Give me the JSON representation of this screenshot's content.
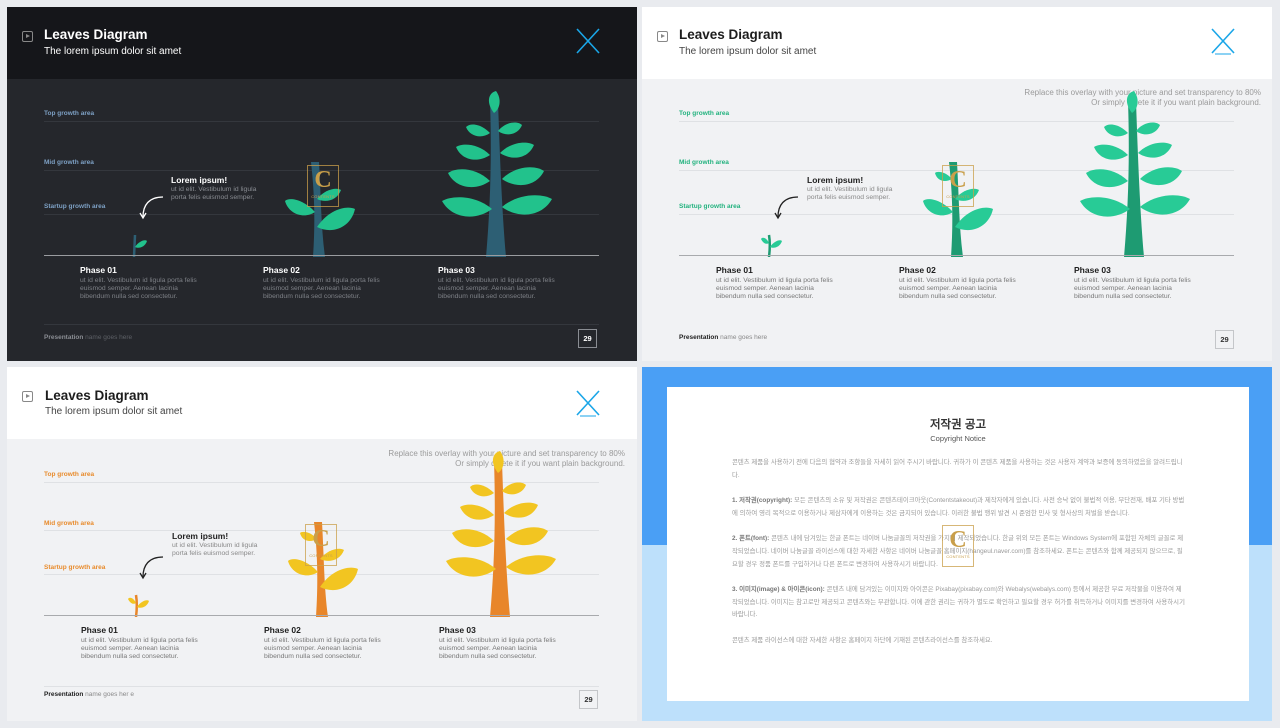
{
  "slides": [
    {
      "theme": "dark",
      "title": "Leaves Diagram",
      "subtitle": "The lorem ipsum dolor sit amet",
      "levels": [
        "Top growth area",
        "Mid growth area",
        "Startup growth area"
      ],
      "callout": {
        "title": "Lorem ipsum!",
        "text": "ut id elit. Vestibulum id ligula porta felis euismod semper."
      },
      "phases": [
        {
          "title": "Phase 01",
          "text": "ut id elit. Vestibulum id ligula porta felis euismod semper. Aenean lacinia bibendum nulla sed consectetur."
        },
        {
          "title": "Phase 02",
          "text": "ut id elit. Vestibulum id ligula porta felis euismod semper. Aenean lacinia bibendum nulla sed consectetur."
        },
        {
          "title": "Phase 03",
          "text": "ut id elit. Vestibulum id ligula porta felis euismod semper. Aenean lacinia bibendum nulla sed consectetur."
        }
      ],
      "footer": {
        "bold": "Presentation",
        "rest": " name goes here"
      },
      "page": "29",
      "colors": {
        "leaf": "#22c28c",
        "stem": "#2d5f74"
      }
    },
    {
      "theme": "light",
      "title": "Leaves Diagram",
      "subtitle": "The lorem ipsum dolor sit amet",
      "overlay": [
        "Replace this overlay with your picture and set transparency to 80%",
        "Or simply delete it if you want plain background."
      ],
      "levels": [
        "Top growth area",
        "Mid growth area",
        "Startup growth area"
      ],
      "callout": {
        "title": "Lorem ipsum!",
        "text": "ut id elit. Vestibulum id ligula porta felis euismod semper."
      },
      "phases": [
        {
          "title": "Phase 01",
          "text": "ut id elit. Vestibulum id ligula porta felis euismod semper. Aenean lacinia bibendum nulla sed consectetur."
        },
        {
          "title": "Phase 02",
          "text": "ut id elit. Vestibulum id ligula porta felis euismod semper. Aenean lacinia bibendum nulla sed consectetur."
        },
        {
          "title": "Phase 03",
          "text": "ut id elit. Vestibulum id ligula porta felis euismod semper. Aenean lacinia bibendum nulla sed consectetur."
        }
      ],
      "footer": {
        "bold": "Presentation",
        "rest": " name goes here"
      },
      "page": "29",
      "colors": {
        "leaf": "#28cb96",
        "stem": "#1e9b72"
      }
    },
    {
      "theme": "light-yellow",
      "title": "Leaves Diagram",
      "subtitle": "The lorem ipsum dolor sit amet",
      "overlay": [
        "Replace this overlay with your picture and set transparency to 80%",
        "Or simply delete it if you want plain background."
      ],
      "levels": [
        "Top growth area",
        "Mid growth area",
        "Startup growth area"
      ],
      "callout": {
        "title": "Lorem ipsum!",
        "text": "ut id elit. Vestibulum id ligula porta felis euismod semper."
      },
      "phases": [
        {
          "title": "Phase 01",
          "text": "ut id elit. Vestibulum id ligula porta felis euismod semper. Aenean lacinia bibendum nulla sed consectetur."
        },
        {
          "title": "Phase 02",
          "text": "ut id elit. Vestibulum id ligula porta felis euismod semper. Aenean lacinia bibendum nulla sed consectetur."
        },
        {
          "title": "Phase 03",
          "text": "ut id elit. Vestibulum id ligula porta felis euismod semper. Aenean lacinia bibendum nulla sed consectetur."
        }
      ],
      "footer": {
        "bold": "Presentation",
        "rest": " name goes her e"
      },
      "page": "29",
      "colors": {
        "leaf": "#f2c521",
        "stem": "#e8862a"
      }
    }
  ],
  "notice": {
    "title": "저작권 공고",
    "subtitle": "Copyright Notice",
    "intro": "콘텐츠 제품을 사용하기 전에 다음의 협약과 조항들을 자세히 읽어 주시기 바랍니다. 귀하가 이 콘텐츠 제품을 사용하는 것은 사용자 계약과 보증에 동의하였음을 알려드립니다.",
    "sections": [
      {
        "head": "1. 저작권(copyright):",
        "text": " 모든 콘텐츠의 소유 및 저작권은 콘텐츠테이크아웃(Contentstakeout)과 제작자에게 있습니다. 사전 승낙 없이 불법적 이용, 무단전재, 배포 기타 방법에 의하여 영리 목적으로 이용하거나 제삼자에게 이용하는 것은 금지되어 있습니다. 이러한 불법 행위 발견 시 준엄한 민사 및 형사상의 처벌을 받습니다."
      },
      {
        "head": "2. 폰트(font):",
        "text": " 콘텐츠 내에 담겨있는 한글 폰트는 네이버 나눔글꼴의 저작권을 가지며 제작되었습니다. 한글 위외 모든 폰트는 Windows System에 포함된 자체의 글꼴로 제작되었습니다. 네이버 나눔글꼴 라이선스에 대한 자세한 사항은 네이버 나눔글꼴 홈페이지(hangeul.naver.com)를 참조하세요. 폰트는 콘텐츠와 함께 제공되지 않으므로, 필요할 경우 정품 폰트를 구입하거나 다른 폰트로 변경하여 사용하시기 바랍니다."
      },
      {
        "head": "3. 이미지(image) & 아이콘(icon):",
        "text": " 콘텐츠 내에 담겨있는 이미지와 아이콘은 Pixabay(pixabay.com)와 Webalys(webalys.com) 등에서 제공한 무료 저작물을 이용하여 제작되었습니다. 이미지는 참고로만 제공되고 콘텐츠와는 무관합니다. 이에 관한 권리는 귀하가 별도로 확인하고 필요할 경우 허가를 취득하거나 이미지를 변경하여 사용하시기 바랍니다."
      }
    ],
    "outro": "콘텐츠 제품 라이선스에 대한 자세한 사항은 홈페이지 하단에 기재된 콘텐츠라이선스를 참조하세요."
  },
  "watermark": {
    "letter": "C",
    "text": "CONTENTS"
  }
}
